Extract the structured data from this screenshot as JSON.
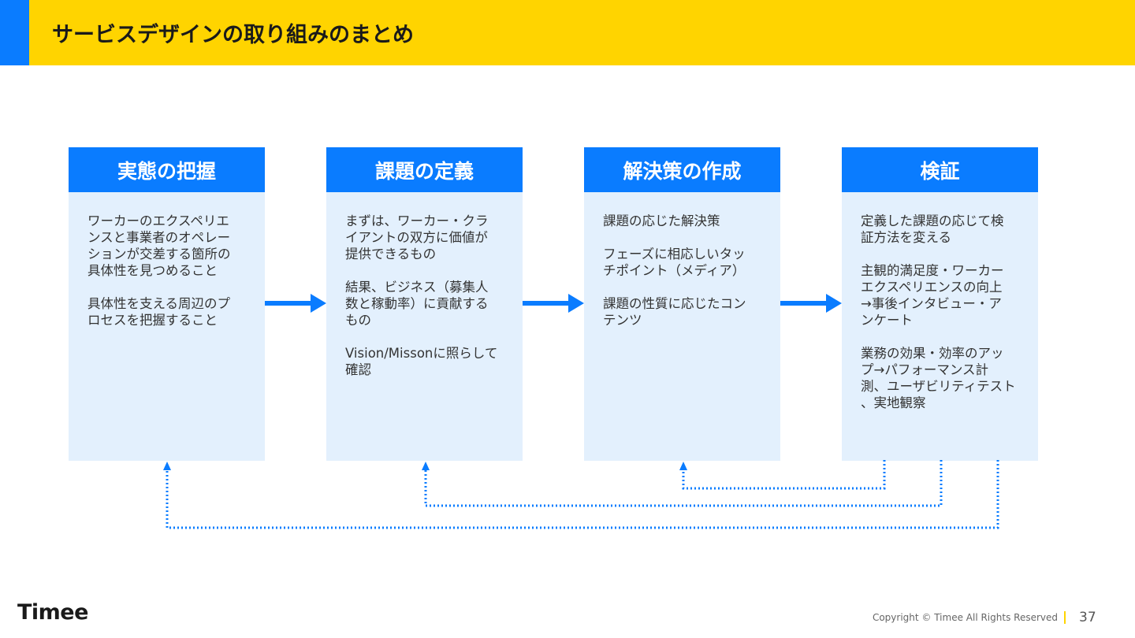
{
  "header": {
    "title": "サービスデザインの取り組みのまとめ"
  },
  "steps": [
    {
      "title": "実態の把握",
      "paragraphs": [
        "ワーカーのエクスペリエ\nンスと事業者のオペレー\nションが交差する箇所の\n具体性を見つめること",
        "具体性を支える周辺のプ\nロセスを把握すること"
      ]
    },
    {
      "title": "課題の定義",
      "paragraphs": [
        "まずは、ワーカー・クラ\nイアントの双方に価値が\n提供できるもの",
        "結果、ビジネス（募集人\n数と稼動率）に貢献する\nもの",
        "Vision/Missonに照らして\n確認"
      ]
    },
    {
      "title": "解決策の作成",
      "paragraphs": [
        "課題の応じた解決策",
        "フェーズに相応しいタッ\nチポイント（メディア）",
        "課題の性質に応じたコン\nテンツ"
      ]
    },
    {
      "title": "検証",
      "paragraphs": [
        "定義した課題の応じて検\n証方法を変える",
        "主観的満足度・ワーカー\nエクスペリエンスの向上\n→事後インタビュー・ア\nンケート",
        "業務の効果・効率のアッ\nプ→パフォーマンス計\n測、ユーザビリティテスト\n、実地観察"
      ]
    }
  ],
  "colors": {
    "brand_yellow": "#ffd400",
    "brand_blue": "#0a7cff",
    "box_fill": "#e3f0fd"
  },
  "footer": {
    "logo": "Timee",
    "copyright": "Copyright © Timee All Rights Reserved",
    "page_number": "37"
  }
}
